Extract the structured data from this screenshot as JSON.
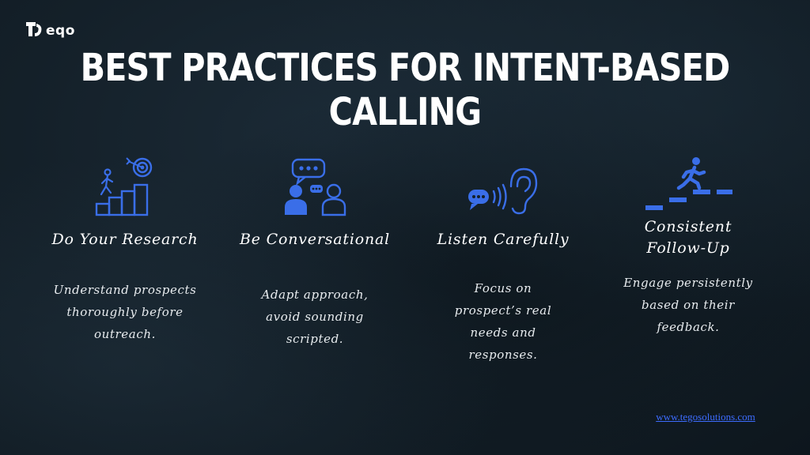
{
  "brand": {
    "logo_text": "eqo",
    "logo_icon": "tegos-logo-icon"
  },
  "title": "BEST PRACTICES FOR INTENT-BASED CALLING",
  "colors": {
    "background": "#142029",
    "icon_blue": "#3a6ee8",
    "link": "#3d6cff",
    "text": "#ffffff"
  },
  "practices": [
    {
      "icon": "climb-to-target-icon",
      "title": "Do Your Research",
      "description": "Understand prospects thoroughly before outreach."
    },
    {
      "icon": "conversation-icon",
      "title": "Be Conversational",
      "description": "Adapt approach, avoid sounding scripted."
    },
    {
      "icon": "listening-ear-icon",
      "title": "Listen Carefully",
      "description": "Focus on prospect’s real needs and responses."
    },
    {
      "icon": "steps-climbing-icon",
      "title": "Consistent Follow-Up",
      "description": "Engage persistently based on their feedback."
    }
  ],
  "footer": {
    "link_text": "www.tegosolutions.com"
  }
}
